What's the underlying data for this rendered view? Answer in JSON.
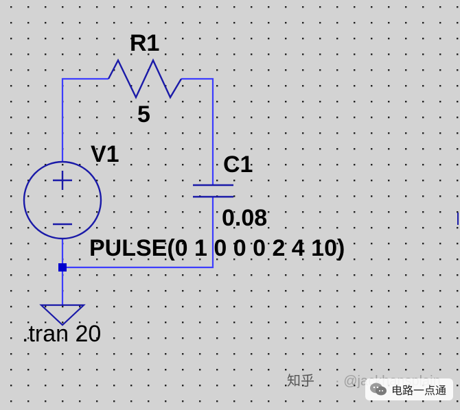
{
  "schematic": {
    "resistor": {
      "name": "R1",
      "value": "5"
    },
    "capacitor": {
      "name": "C1",
      "value": "0.08"
    },
    "source": {
      "name": "V1",
      "value": "PULSE(0 1 0 0 0 2 4 10)"
    },
    "directive": ".tran 20"
  },
  "watermark": {
    "site": "知乎",
    "handle": "· @jackhansplain"
  },
  "badge": {
    "name": "电路一点通"
  },
  "colors": {
    "background": "#d3d3d3",
    "wire": "#3c3cff",
    "component": "#1a1aa8",
    "grid_dot": "#222222",
    "node": "#0000cc"
  },
  "icons": [
    "voltage-source-icon",
    "resistor-icon",
    "capacitor-icon",
    "ground-icon",
    "wechat-icon"
  ]
}
